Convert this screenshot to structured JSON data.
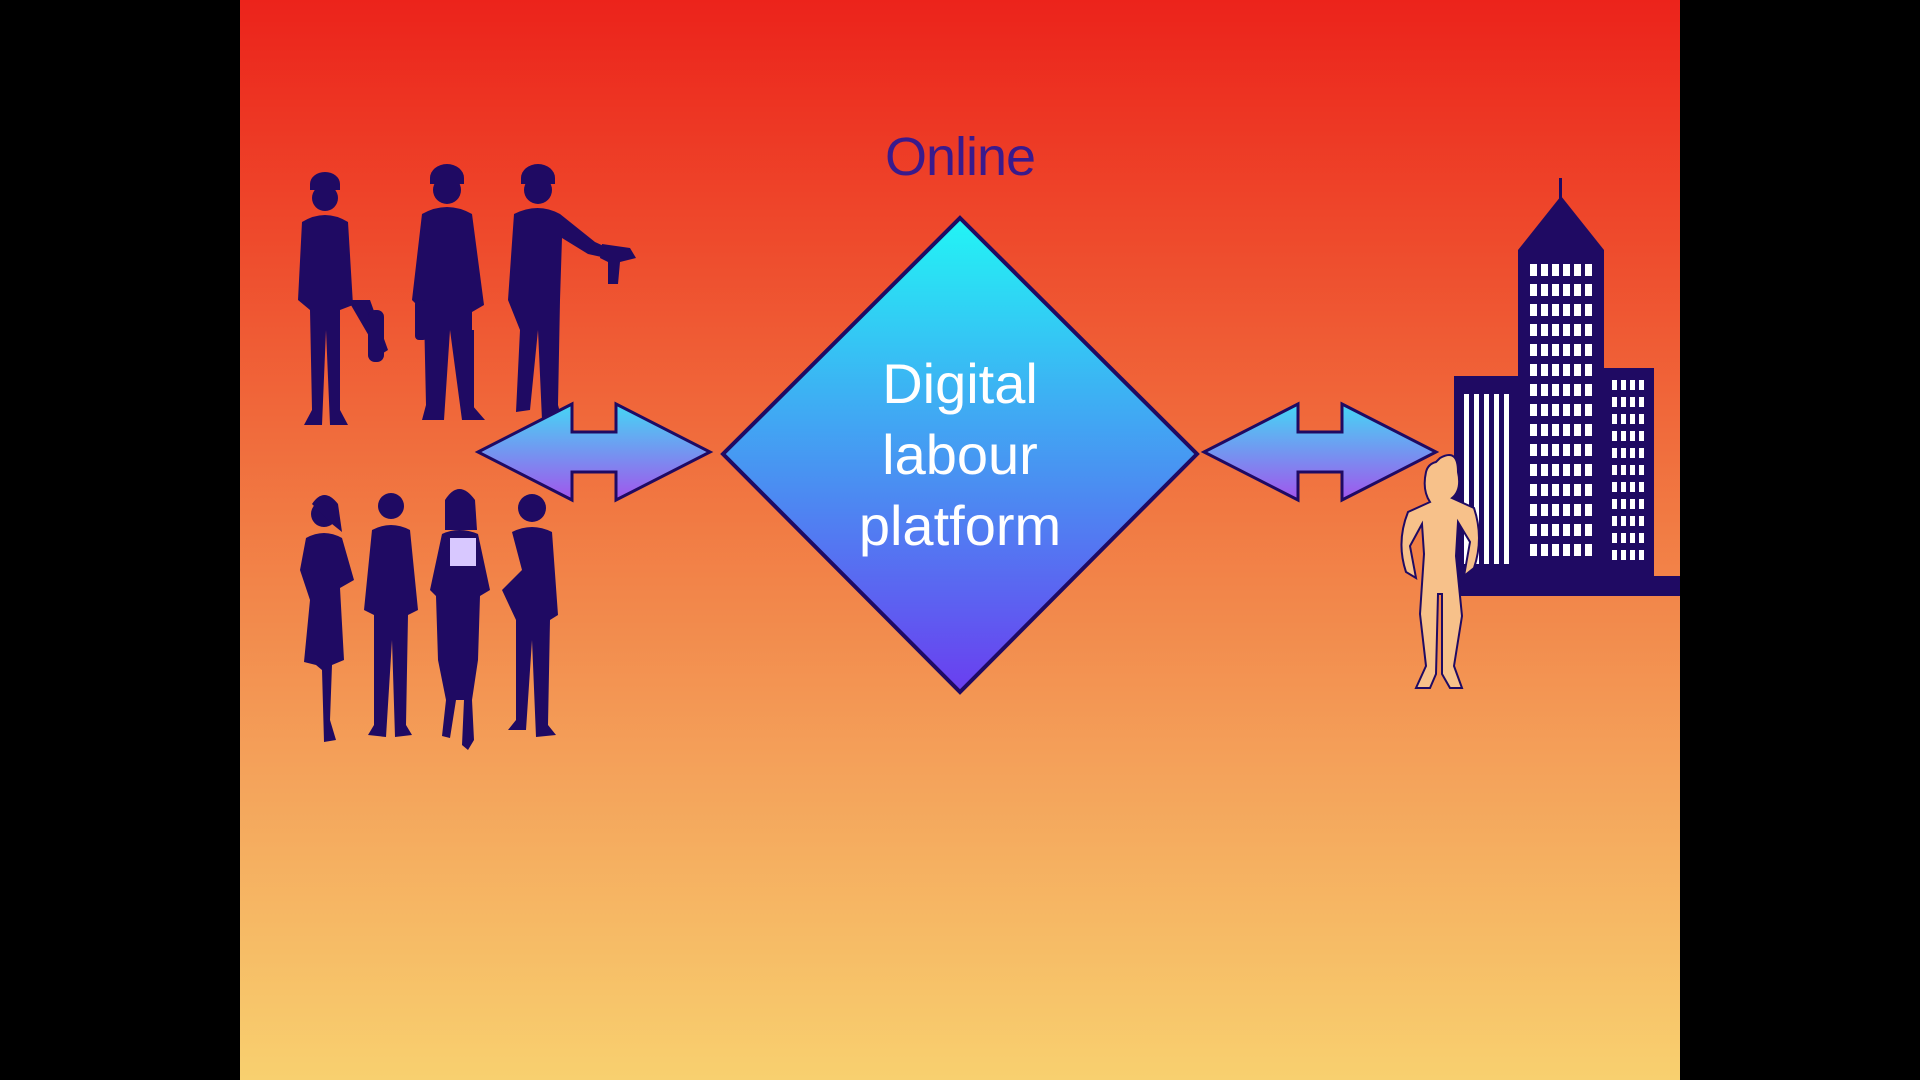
{
  "slide": {
    "heading": "Online",
    "platform_label": [
      "Digital",
      "labour",
      "platform"
    ]
  },
  "colors": {
    "silhouette": "#1f0a63",
    "diamond_top": "#22f5f5",
    "diamond_bottom": "#6a3ef0",
    "arrow_top": "#45d6f5",
    "arrow_bottom": "#a255ec",
    "client_fill": "#f7c18a"
  },
  "icons": [
    "workers-icon",
    "business-people-icon",
    "double-arrow-icon",
    "client-woman-icon",
    "office-buildings-icon"
  ]
}
